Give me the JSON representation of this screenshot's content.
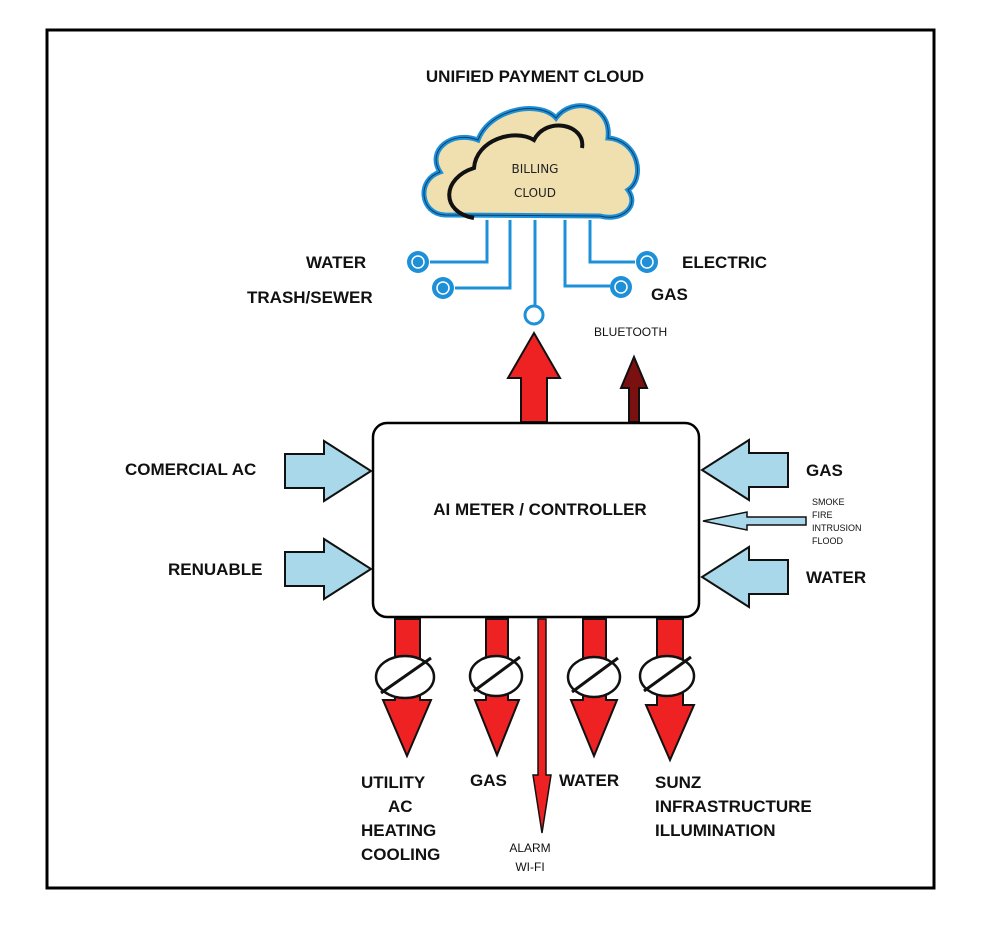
{
  "title": "UNIFIED PAYMENT CLOUD",
  "cloud": {
    "line1": "BILLING",
    "line2": "CLOUD"
  },
  "cloud_links": {
    "water": "WATER",
    "trash_sewer": "TRASH/SEWER",
    "electric": "ELECTRIC",
    "gas": "GAS",
    "bluetooth": "BLUETOOTH"
  },
  "controller": {
    "label": "AI METER / CONTROLLER"
  },
  "inputs_left": {
    "commercial_ac": "COMERCIAL AC",
    "renewable": "RENUABLE"
  },
  "inputs_right": {
    "gas": "GAS",
    "sensors": [
      "SMOKE",
      "FIRE",
      "INTRUSION",
      "FLOOD"
    ],
    "water": "WATER"
  },
  "outputs": {
    "utility": [
      "UTILITY",
      "AC",
      "HEATING",
      "COOLING"
    ],
    "gas": "GAS",
    "alarm": [
      "ALARM",
      "WI-FI"
    ],
    "water": "WATER",
    "sunz": [
      "SUNZ",
      "INFRASTRUCTURE",
      "ILLUMINATION"
    ]
  },
  "colors": {
    "red_arrow": "#ee2222",
    "dark_arrow": "#7a1010",
    "blue_arrow": "#a8d8ea",
    "cloud_fill": "#f0e0b0",
    "cloud_outline": "#1e90d8",
    "line_blue": "#1e90d8"
  }
}
